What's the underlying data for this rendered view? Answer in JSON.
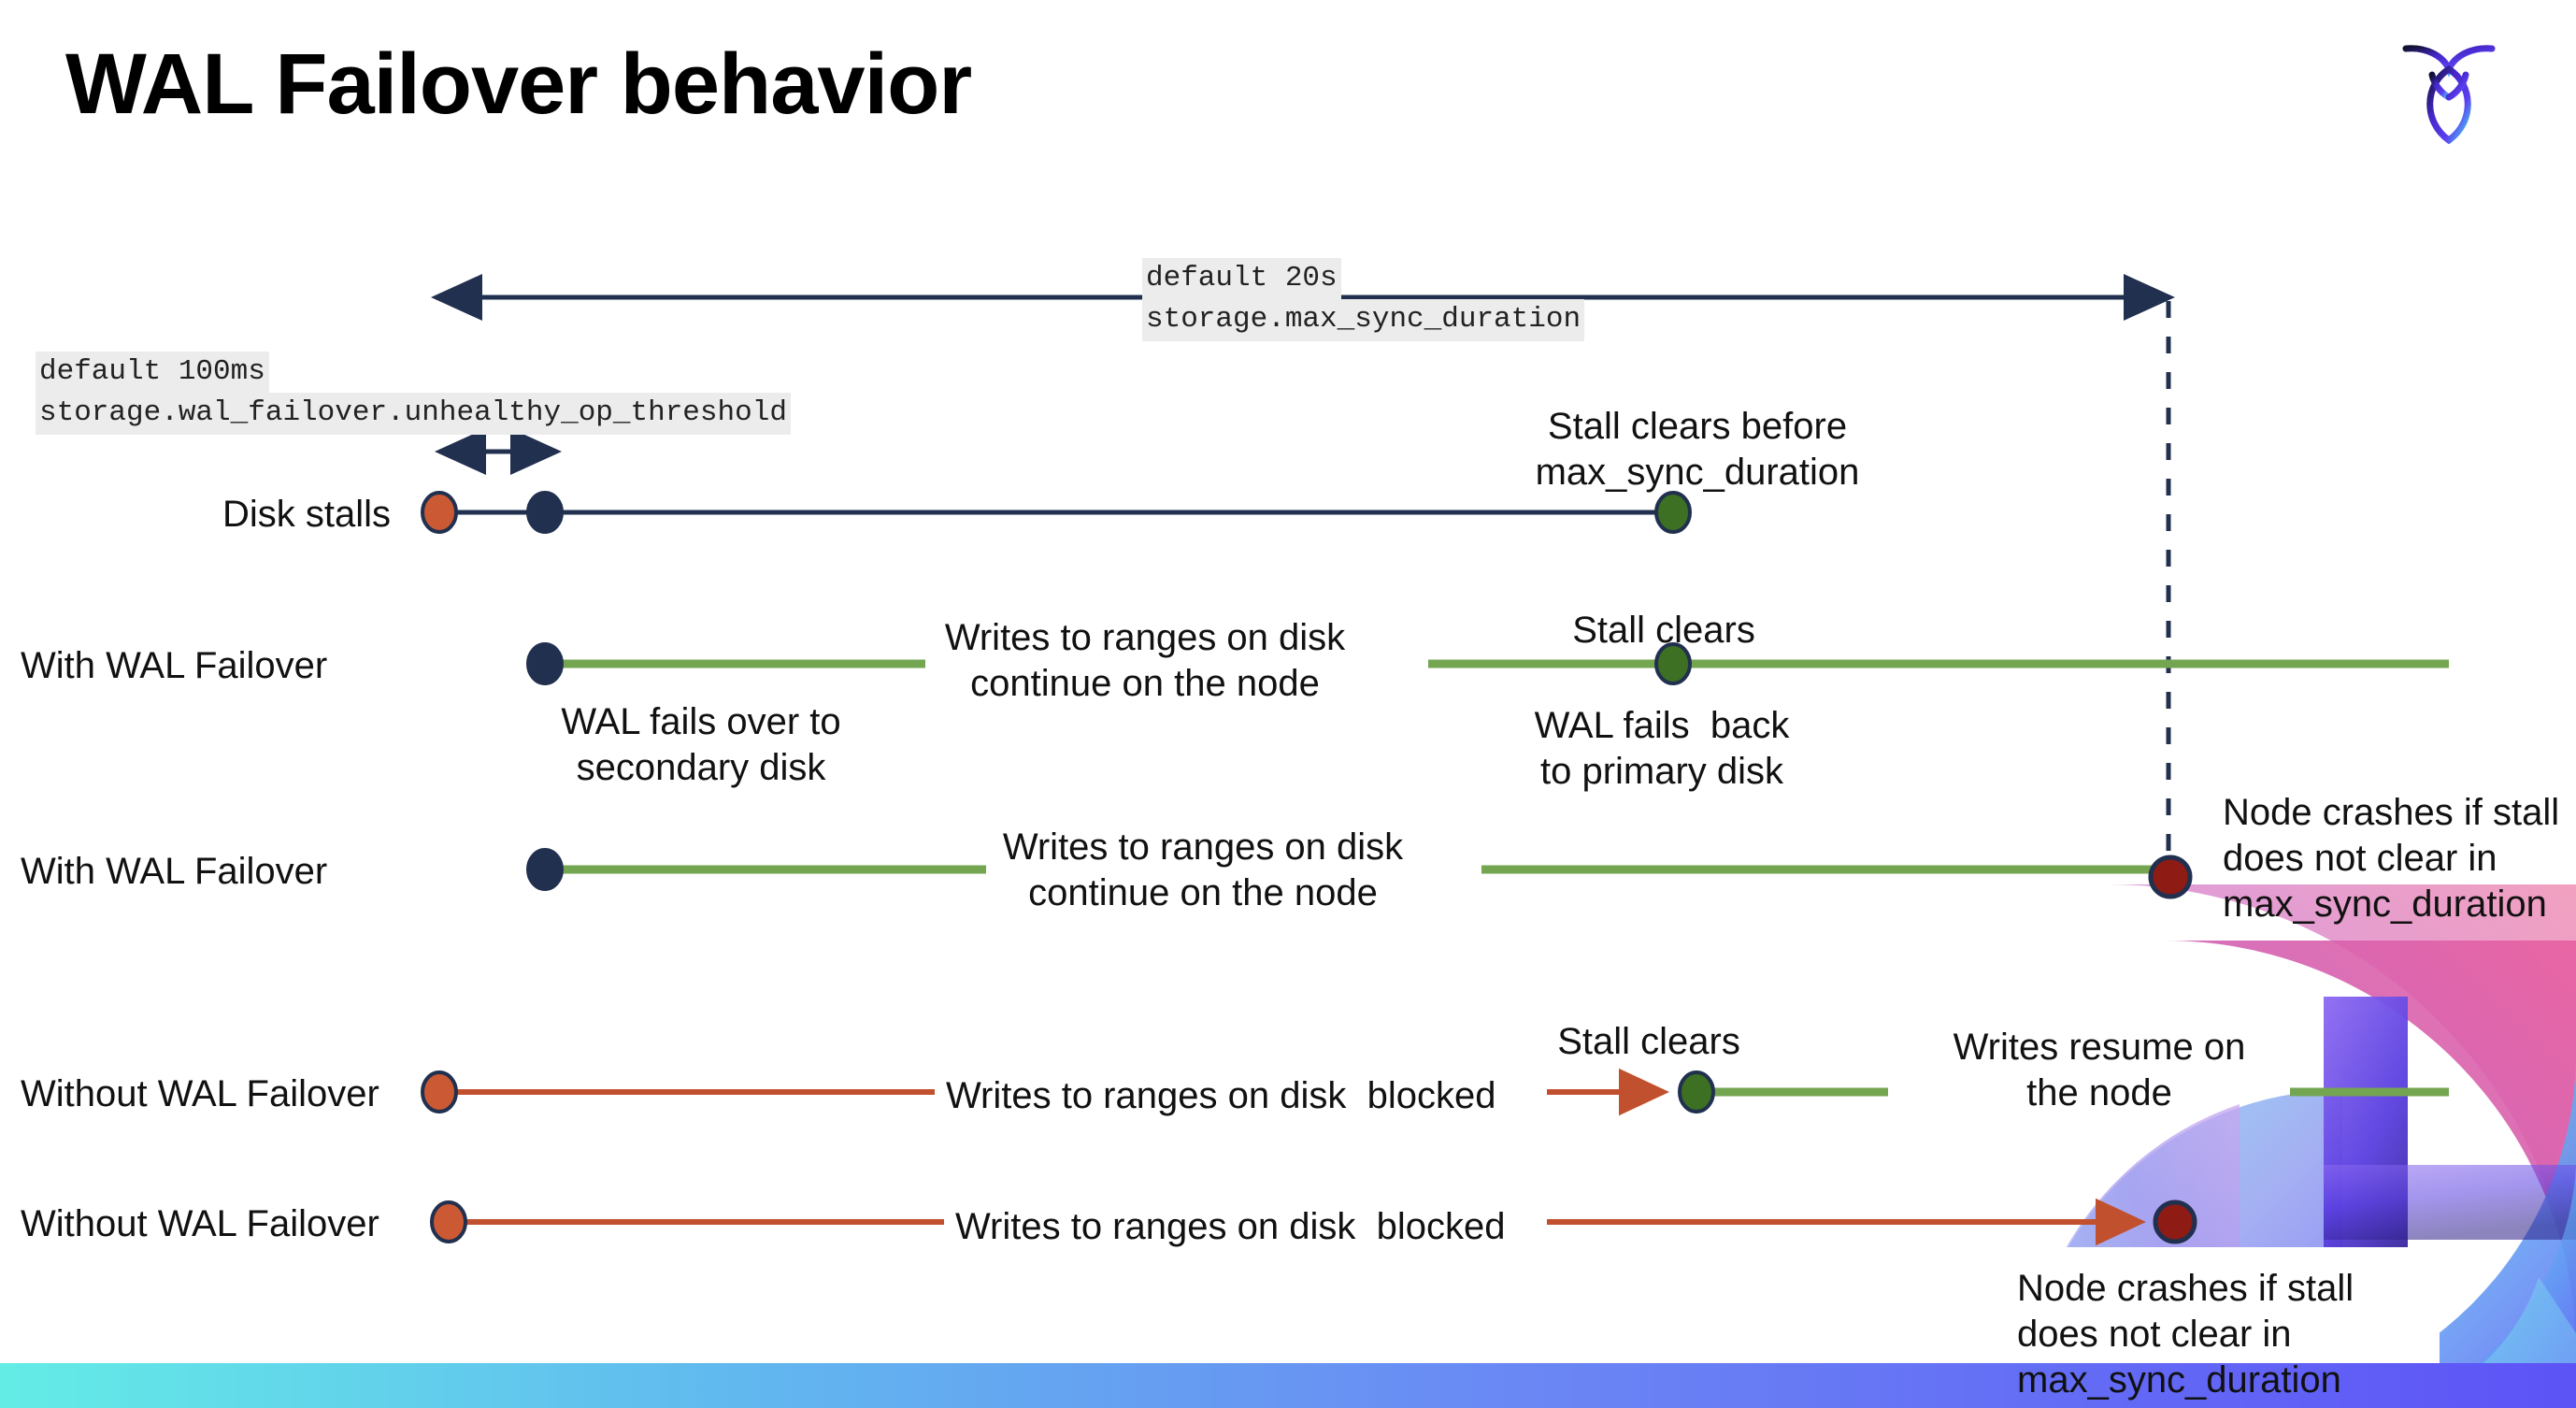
{
  "slide": {
    "title": "WAL Failover behavior",
    "logo_name": "cockroach-labs-logo"
  },
  "timeline": {
    "max_sync": {
      "default_label": "default 20s",
      "setting_label": "storage.max_sync_duration"
    },
    "unhealthy_threshold": {
      "default_label": "default 100ms",
      "setting_label": "storage.wal_failover.unhealthy_op_threshold"
    }
  },
  "rows": [
    {
      "id": "disk-stalls",
      "label": "Disk stalls",
      "annotation": "Stall clears before\nmax_sync_duration"
    },
    {
      "id": "with-wal-failover-1",
      "label": "With WAL Failover",
      "start_note": "WAL fails over to\nsecondary disk",
      "mid_note": "Writes to ranges on disk\ncontinue on the node",
      "clear_note": "Stall clears",
      "end_note": "WAL fails  back\nto primary disk"
    },
    {
      "id": "with-wal-failover-2",
      "label": "With WAL Failover",
      "mid_note": "Writes to ranges on disk\ncontinue on the node",
      "crash_note": "Node crashes if stall\ndoes not clear in\nmax_sync_duration"
    },
    {
      "id": "without-wal-failover-1",
      "label": "Without WAL Failover",
      "mid_note": "Writes to ranges on disk  blocked",
      "clear_note": "Stall clears",
      "resume_note": "Writes resume on\nthe node"
    },
    {
      "id": "without-wal-failover-2",
      "label": "Without WAL Failover",
      "mid_note": "Writes to ranges on disk  blocked",
      "crash_note": "Node crashes if stall\ndoes not clear in\nmax_sync_duration"
    }
  ],
  "colors": {
    "navy": "#21304f",
    "green_line": "#74a652",
    "green_dot": "#3d7022",
    "orange_line": "#c1512e",
    "orange_dot": "#cb5a34",
    "dark_red_dot": "#8e1b14",
    "code_bg": "#ececec",
    "bar_start": "#63ece6",
    "bar_end": "#5d53f6"
  }
}
